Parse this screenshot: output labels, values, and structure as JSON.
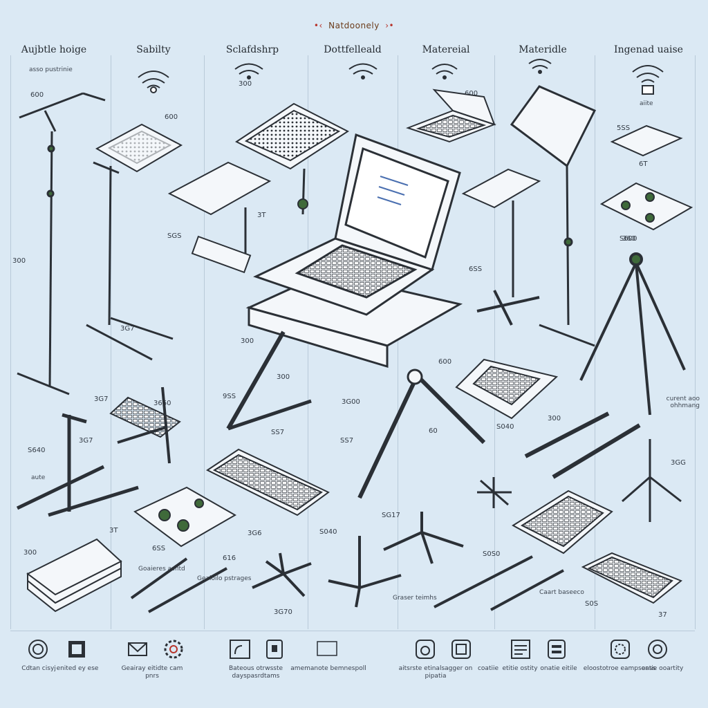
{
  "header": {
    "title": "Natdoonely",
    "deco_left": "•‹",
    "deco_right": "›•"
  },
  "columns": [
    {
      "label": "Aujbtle hoige"
    },
    {
      "label": "Sabilty"
    },
    {
      "label": "Sclafdshrp"
    },
    {
      "label": "Dottfelleald"
    },
    {
      "label": "Matereial"
    },
    {
      "label": "Materidle"
    },
    {
      "label": "Ingenad uaise"
    }
  ],
  "sub_labels": {
    "col1_note": "asso pustrinie",
    "col7_note": "aiite",
    "mid_left_note": "aute",
    "right_note": "curent aoo ohhmang",
    "b1": "Goaieres asfitd",
    "b2": "Geaioilo pstrages",
    "b3": "Graser teimhs",
    "b4": "Caart baseeco"
  },
  "measurements": [
    "300",
    "600",
    "600",
    "3T",
    "SGS",
    "300",
    "600",
    "3G7",
    "300",
    "5SS",
    "360",
    "6SS",
    "600",
    "300",
    "3G7",
    "6T",
    "3G00",
    "3660",
    "9SS",
    "SS7",
    "60",
    "37",
    "S640",
    "S600",
    "300",
    "SS7",
    "S040",
    "3G7",
    "300",
    "3GG",
    "SG17",
    "S040",
    "616",
    "3G70",
    "3G6",
    "6SS",
    "S0S0",
    "S0S",
    "3T"
  ],
  "legend": [
    {
      "icon": "ring-icon",
      "caption": "Cdtan cisyj"
    },
    {
      "icon": "box-icon",
      "caption": "enited ey ese"
    },
    {
      "icon": "envelope-icon",
      "caption": "Geairay eitidte cam pnrs"
    },
    {
      "icon": "gear-icon",
      "caption": ""
    },
    {
      "icon": "hook-icon",
      "caption": "Bateous otrwsste dayspasrdtams"
    },
    {
      "icon": "tag-icon",
      "caption": ""
    },
    {
      "icon": "panel-icon",
      "caption": "amemanote bemnespoll"
    },
    {
      "icon": "camera-icon",
      "caption": "aitsrste etinalsagger on pipatia"
    },
    {
      "icon": "square-icon",
      "caption": "coatiie"
    },
    {
      "icon": "scroll-icon",
      "caption": "etitie ostity"
    },
    {
      "icon": "slider-icon",
      "caption": "onatie eitile"
    },
    {
      "icon": "badge-icon",
      "caption": "eloostotroe eampsonss"
    },
    {
      "icon": "orb-icon",
      "caption": "eatie ooartity"
    }
  ],
  "colors": {
    "background": "#dbe9f4",
    "ink": "#2b3036",
    "device_fill": "#f4f7fa",
    "accent_red": "#b7342b",
    "accent_green": "#3f6a3a"
  }
}
